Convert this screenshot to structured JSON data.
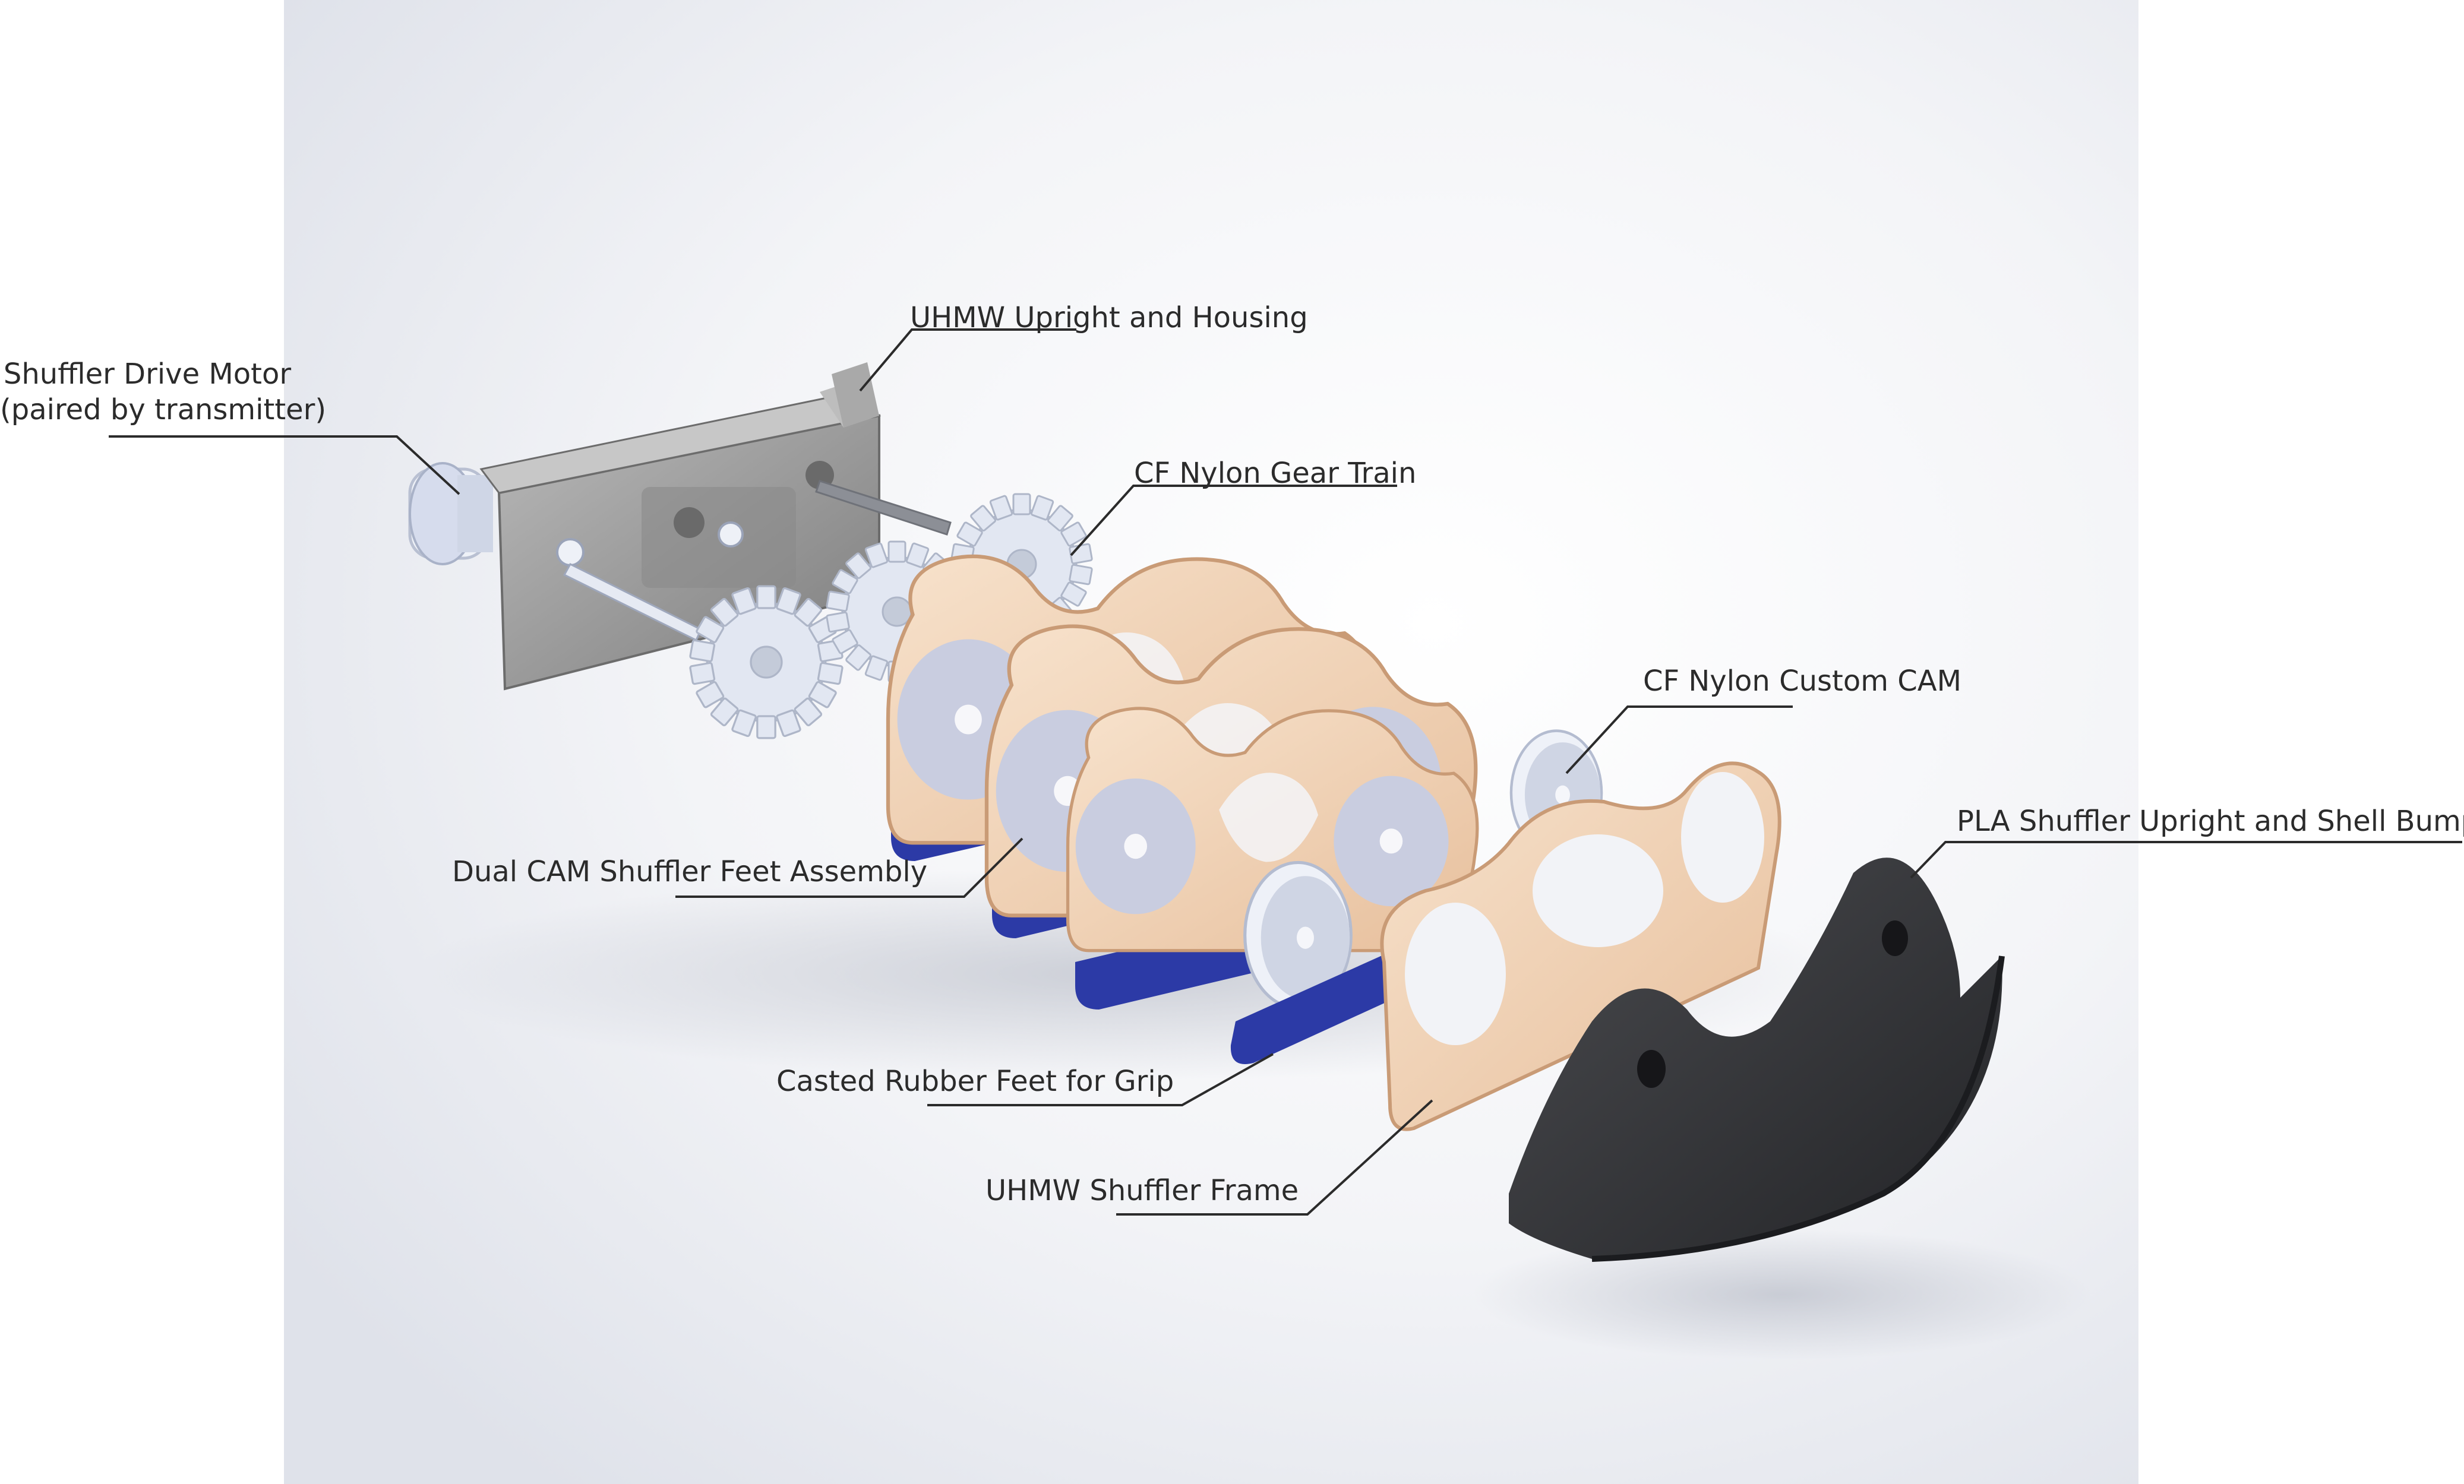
{
  "labels": {
    "drive_motor_line1": "Shuffler Drive Motor",
    "drive_motor_line2": "(paired by transmitter)",
    "upright_housing": "UHMW Upright and Housing",
    "gear_train": "CF Nylon Gear Train",
    "custom_cam": "CF Nylon Custom CAM",
    "feet_assembly": "Dual CAM Shuffler Feet Assembly",
    "shell_bumper": "PLA Shuffler Upright and Shell Bumper",
    "rubber_feet": "Casted Rubber Feet for Grip",
    "shuffler_frame": "UHMW Shuffler Frame"
  },
  "colors": {
    "uhmw_frame": "#f1d3b5",
    "rubber_feet": "#2c3aa6",
    "pla_shell": "#2f3033",
    "nylon": "#dde2ee",
    "housing": "#9a9a9a",
    "leader_line": "#2b2b2b"
  }
}
